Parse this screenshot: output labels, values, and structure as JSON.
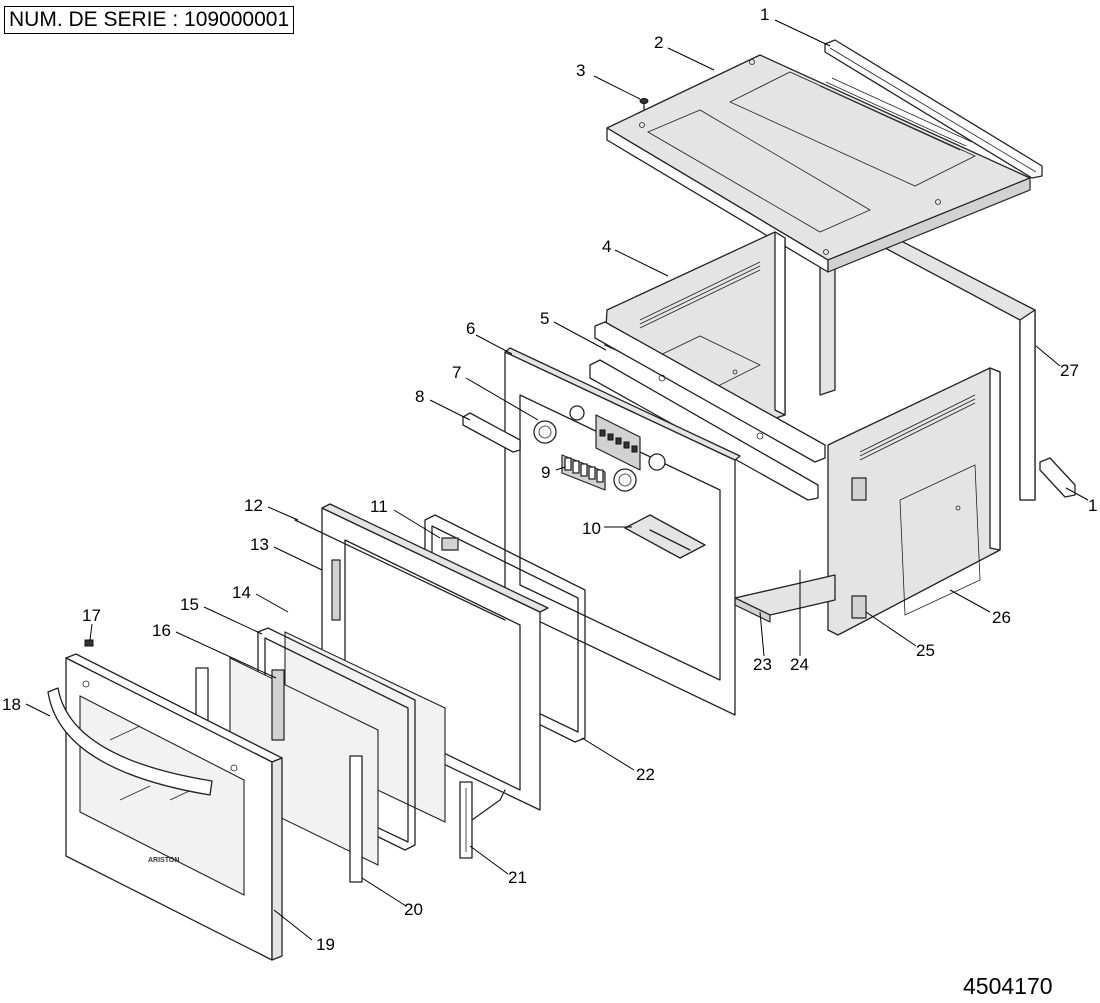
{
  "header": {
    "serial_label": "NUM. DE SERIE : 109000001"
  },
  "footer": {
    "document_number": "4504170"
  },
  "door": {
    "brand_text": "ARISTON"
  },
  "callouts": [
    {
      "num": "1"
    },
    {
      "num": "2"
    },
    {
      "num": "3"
    },
    {
      "num": "4"
    },
    {
      "num": "5"
    },
    {
      "num": "6"
    },
    {
      "num": "7"
    },
    {
      "num": "8"
    },
    {
      "num": "9"
    },
    {
      "num": "10"
    },
    {
      "num": "11"
    },
    {
      "num": "12"
    },
    {
      "num": "13"
    },
    {
      "num": "14"
    },
    {
      "num": "15"
    },
    {
      "num": "16"
    },
    {
      "num": "17"
    },
    {
      "num": "18"
    },
    {
      "num": "19"
    },
    {
      "num": "20"
    },
    {
      "num": "21"
    },
    {
      "num": "22"
    },
    {
      "num": "23"
    },
    {
      "num": "24"
    },
    {
      "num": "25"
    },
    {
      "num": "26"
    },
    {
      "num": "27"
    },
    {
      "num": "1"
    }
  ]
}
